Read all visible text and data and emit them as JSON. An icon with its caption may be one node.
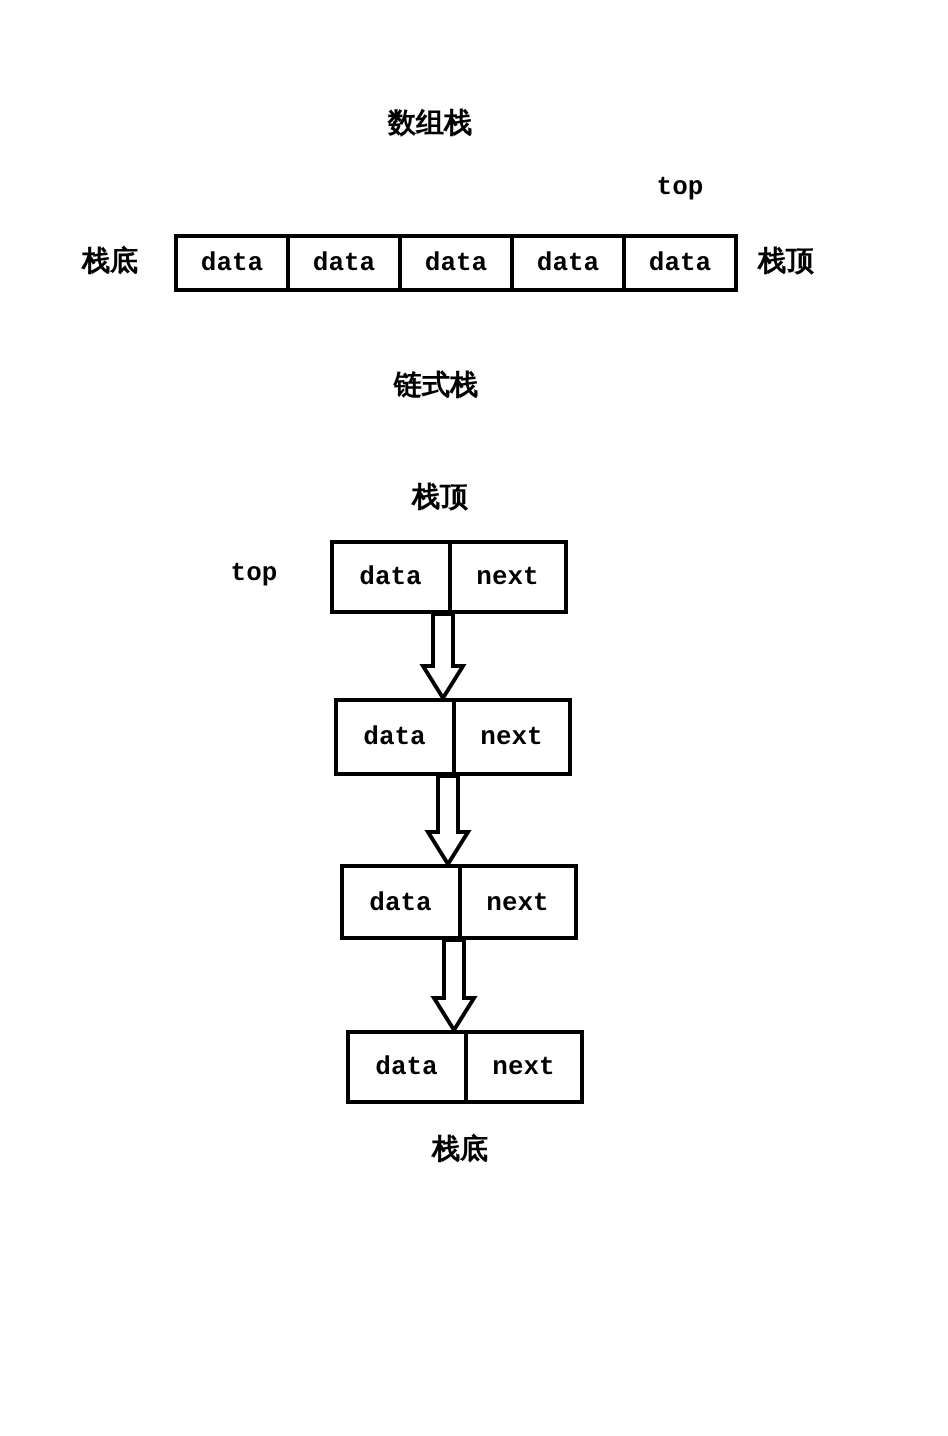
{
  "diagram": {
    "nodes": [
      {
        "text": [
          "data"
        ]
      },
      {
        "text": [
          "data"
        ]
      },
      {
        "text": [
          "data"
        ]
      },
      {
        "text": [
          "data"
        ]
      },
      {
        "text": [
          "data"
        ]
      },
      {
        "text": [
          "data",
          "next"
        ]
      },
      {
        "text": [
          "data",
          "next"
        ]
      },
      {
        "text": [
          "data",
          "next"
        ]
      },
      {
        "text": [
          "data",
          "next"
        ]
      }
    ],
    "edges": [
      {
        "from": 5,
        "to": 6,
        "arrow": "to"
      },
      {
        "from": 6,
        "to": 7,
        "arrow": "to"
      },
      {
        "from": 7,
        "to": 8,
        "arrow": "to"
      }
    ],
    "labels": [
      "数组栈",
      "top",
      "栈底",
      "栈顶",
      "链式栈",
      "栈顶",
      "top",
      "栈底"
    ]
  }
}
